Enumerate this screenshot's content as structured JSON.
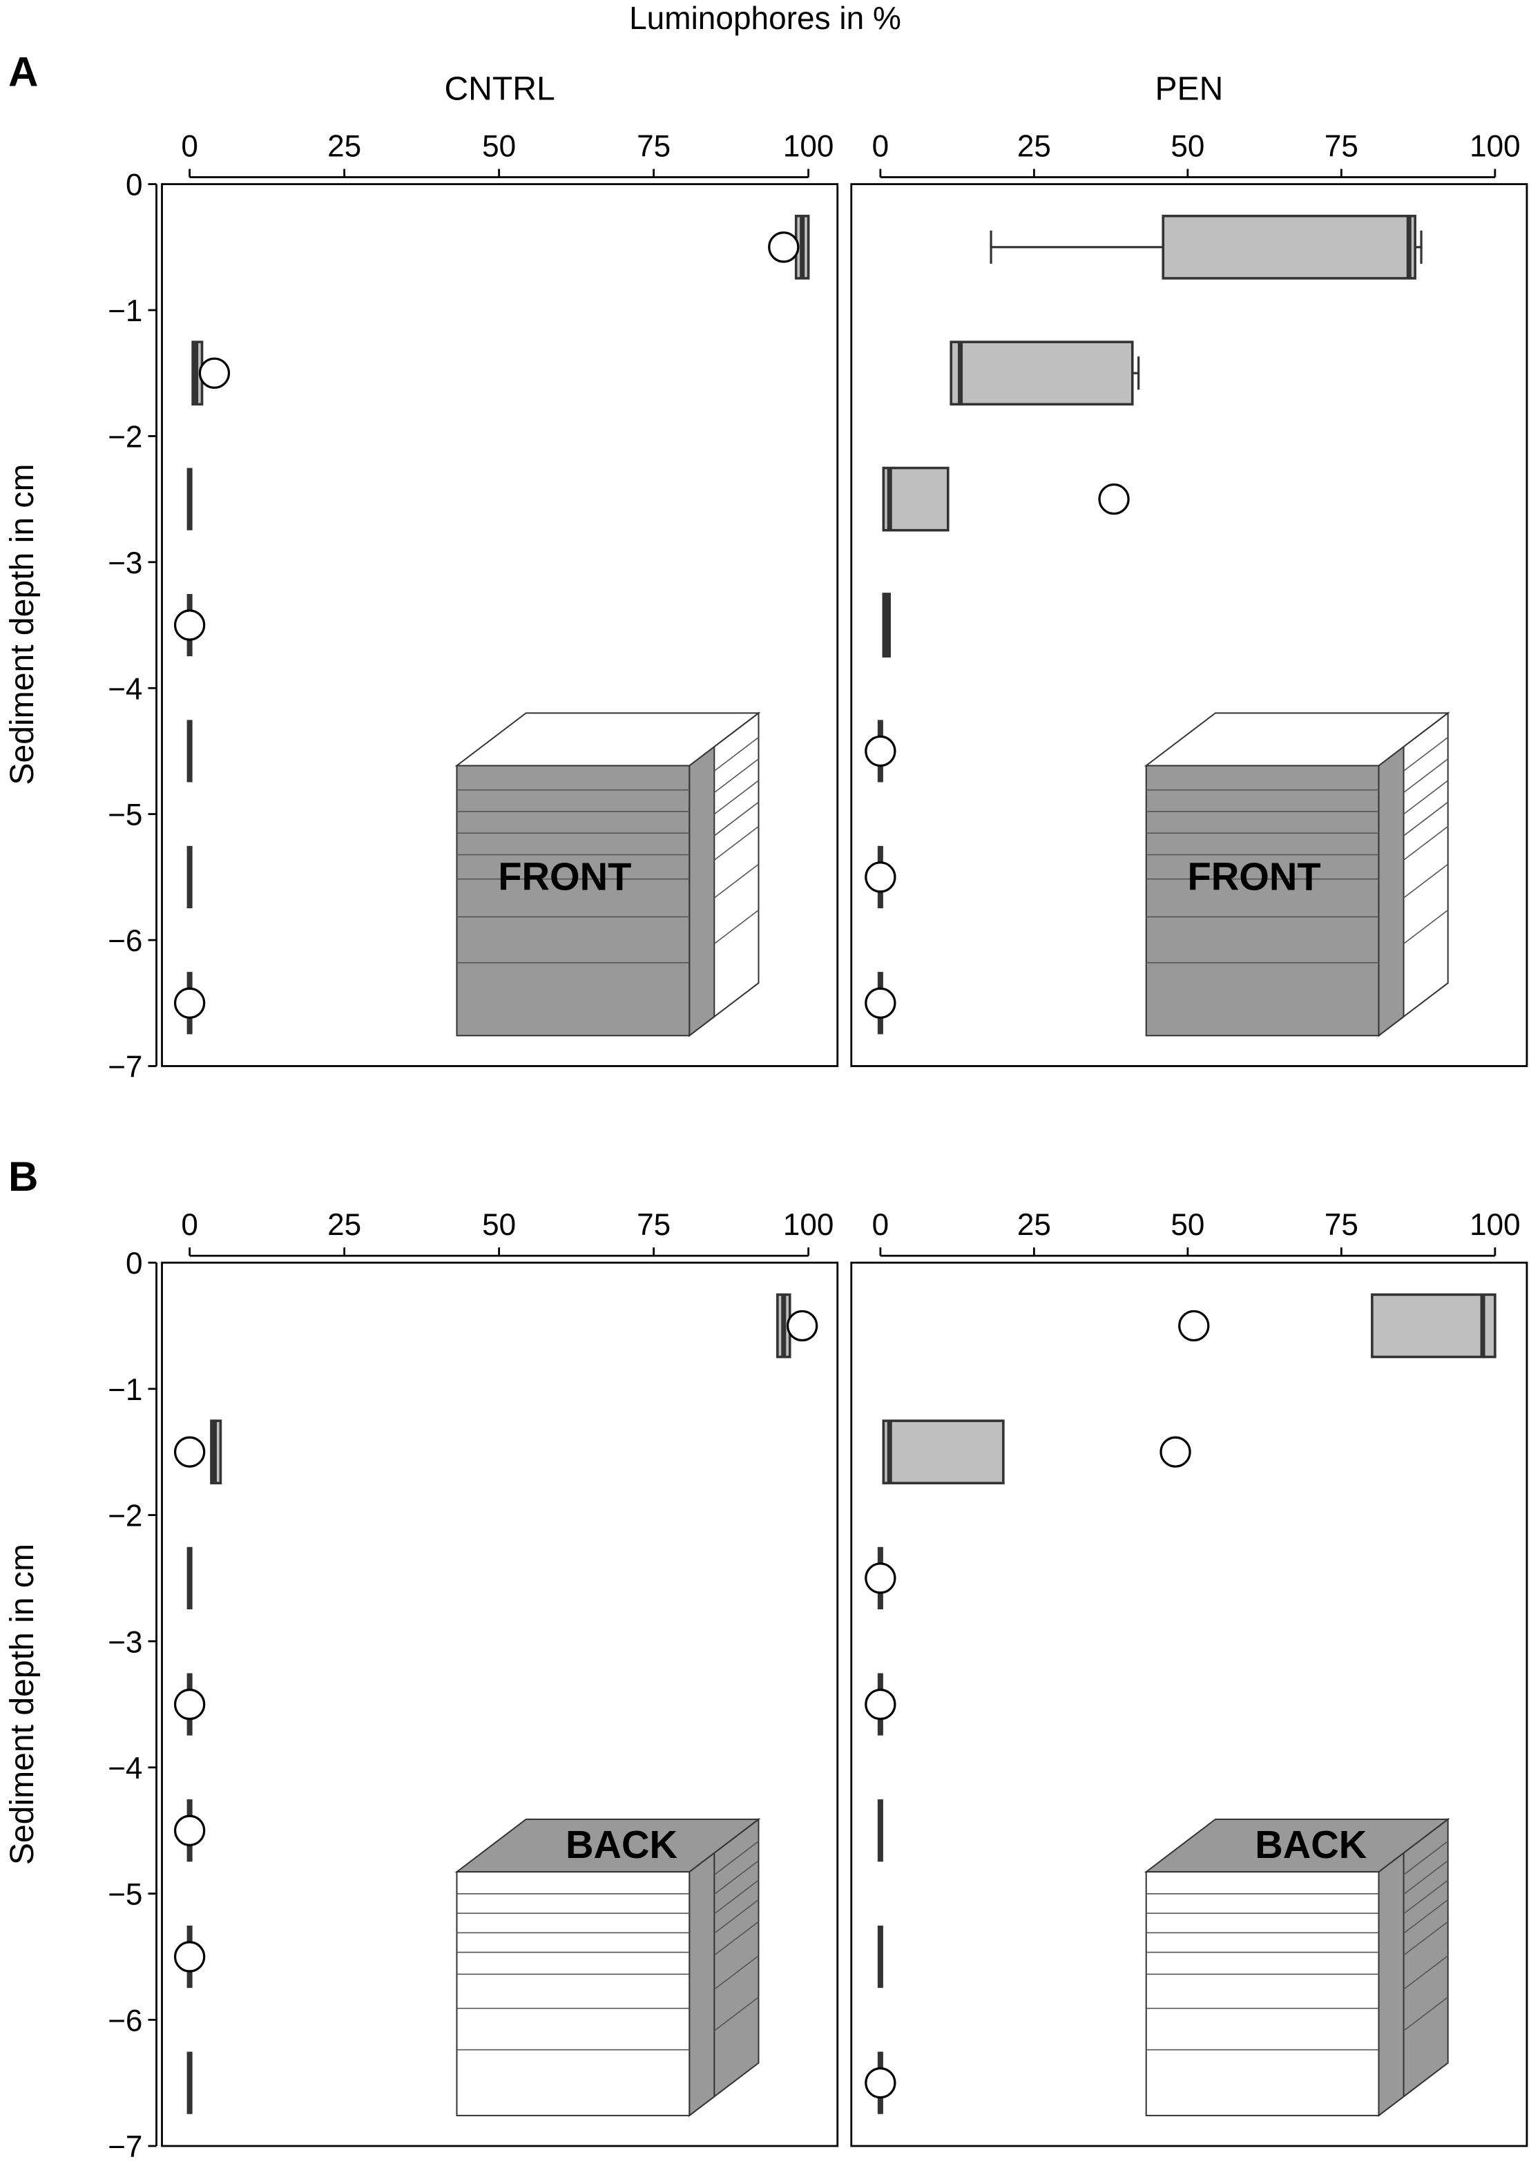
{
  "figure": {
    "top_label": "Luminophores in %",
    "ylabel": "Sediment depth in cm",
    "x_ticks": [
      "0",
      "25",
      "50",
      "75",
      "100"
    ],
    "y_ticks": [
      "0",
      "−1",
      "−2",
      "−3",
      "−4",
      "−5",
      "−6",
      "−7"
    ],
    "colors": {
      "box_fill": "#bfbfbf",
      "block_dark": "#999999",
      "line": "#333333",
      "frame": "#000000"
    }
  },
  "chart_data": [
    {
      "type": "boxplot",
      "panel_letter": "A",
      "inset_label": "FRONT",
      "facets": [
        {
          "title": "CNTRL",
          "xlim": [
            0,
            100
          ],
          "ylim": [
            -7,
            0
          ],
          "boxes": [
            {
              "depth": -0.5,
              "whisker_low": 98,
              "q1": 98,
              "median": 99,
              "q3": 100,
              "whisker_high": 100
            },
            {
              "depth": -1.5,
              "whisker_low": 0.5,
              "q1": 0.5,
              "median": 1,
              "q3": 2,
              "whisker_high": 2
            },
            {
              "depth": -2.5,
              "whisker_low": 0,
              "q1": 0,
              "median": 0,
              "q3": 0,
              "whisker_high": 0
            },
            {
              "depth": -3.5,
              "whisker_low": 0,
              "q1": 0,
              "median": 0,
              "q3": 0,
              "whisker_high": 0
            },
            {
              "depth": -4.5,
              "whisker_low": 0,
              "q1": 0,
              "median": 0,
              "q3": 0,
              "whisker_high": 0
            },
            {
              "depth": -5.5,
              "whisker_low": 0,
              "q1": 0,
              "median": 0,
              "q3": 0,
              "whisker_high": 0
            },
            {
              "depth": -6.5,
              "whisker_low": 0,
              "q1": 0,
              "median": 0,
              "q3": 0,
              "whisker_high": 0
            }
          ],
          "outliers": [
            {
              "depth": -0.5,
              "value": 96
            },
            {
              "depth": -1.5,
              "value": 4
            },
            {
              "depth": -3.5,
              "value": 0
            },
            {
              "depth": -6.5,
              "value": 0
            }
          ]
        },
        {
          "title": "PEN",
          "xlim": [
            0,
            100
          ],
          "ylim": [
            -7,
            0
          ],
          "boxes": [
            {
              "depth": -0.5,
              "whisker_low": 18,
              "q1": 46,
              "median": 86,
              "q3": 87,
              "whisker_high": 88
            },
            {
              "depth": -1.5,
              "whisker_low": 11.5,
              "q1": 11.5,
              "median": 13,
              "q3": 41,
              "whisker_high": 42
            },
            {
              "depth": -2.5,
              "whisker_low": 0.5,
              "q1": 0.5,
              "median": 1.5,
              "q3": 11,
              "whisker_high": 11
            },
            {
              "depth": -3.5,
              "whisker_low": 0.5,
              "q1": 0.5,
              "median": 1,
              "q3": 1.5,
              "whisker_high": 1.5
            },
            {
              "depth": -4.5,
              "whisker_low": 0,
              "q1": 0,
              "median": 0,
              "q3": 0,
              "whisker_high": 0
            },
            {
              "depth": -5.5,
              "whisker_low": 0,
              "q1": 0,
              "median": 0,
              "q3": 0,
              "whisker_high": 0
            },
            {
              "depth": -6.5,
              "whisker_low": 0,
              "q1": 0,
              "median": 0,
              "q3": 0,
              "whisker_high": 0
            }
          ],
          "outliers": [
            {
              "depth": -2.5,
              "value": 38
            },
            {
              "depth": -4.5,
              "value": 0
            },
            {
              "depth": -5.5,
              "value": 0
            },
            {
              "depth": -6.5,
              "value": 0
            }
          ]
        }
      ]
    },
    {
      "type": "boxplot",
      "panel_letter": "B",
      "inset_label": "BACK",
      "facets": [
        {
          "title": "",
          "xlim": [
            0,
            100
          ],
          "ylim": [
            -7,
            0
          ],
          "boxes": [
            {
              "depth": -0.5,
              "whisker_low": 95,
              "q1": 95,
              "median": 96,
              "q3": 97,
              "whisker_high": 97
            },
            {
              "depth": -1.5,
              "whisker_low": 3.5,
              "q1": 3.5,
              "median": 4,
              "q3": 5,
              "whisker_high": 5
            },
            {
              "depth": -2.5,
              "whisker_low": 0,
              "q1": 0,
              "median": 0,
              "q3": 0,
              "whisker_high": 0
            },
            {
              "depth": -3.5,
              "whisker_low": 0,
              "q1": 0,
              "median": 0,
              "q3": 0,
              "whisker_high": 0
            },
            {
              "depth": -4.5,
              "whisker_low": 0,
              "q1": 0,
              "median": 0,
              "q3": 0,
              "whisker_high": 0
            },
            {
              "depth": -5.5,
              "whisker_low": 0,
              "q1": 0,
              "median": 0,
              "q3": 0,
              "whisker_high": 0
            },
            {
              "depth": -6.5,
              "whisker_low": 0,
              "q1": 0,
              "median": 0,
              "q3": 0,
              "whisker_high": 0
            }
          ],
          "outliers": [
            {
              "depth": -0.5,
              "value": 99
            },
            {
              "depth": -1.5,
              "value": 0
            },
            {
              "depth": -3.5,
              "value": 0
            },
            {
              "depth": -4.5,
              "value": 0
            },
            {
              "depth": -5.5,
              "value": 0
            }
          ]
        },
        {
          "title": "",
          "xlim": [
            0,
            100
          ],
          "ylim": [
            -7,
            0
          ],
          "boxes": [
            {
              "depth": -0.5,
              "whisker_low": 80,
              "q1": 80,
              "median": 98,
              "q3": 100,
              "whisker_high": 100
            },
            {
              "depth": -1.5,
              "whisker_low": 0.5,
              "q1": 0.5,
              "median": 1.5,
              "q3": 20,
              "whisker_high": 20
            },
            {
              "depth": -2.5,
              "whisker_low": 0,
              "q1": 0,
              "median": 0,
              "q3": 0,
              "whisker_high": 0
            },
            {
              "depth": -3.5,
              "whisker_low": 0,
              "q1": 0,
              "median": 0,
              "q3": 0,
              "whisker_high": 0
            },
            {
              "depth": -4.5,
              "whisker_low": 0,
              "q1": 0,
              "median": 0,
              "q3": 0,
              "whisker_high": 0
            },
            {
              "depth": -5.5,
              "whisker_low": 0,
              "q1": 0,
              "median": 0,
              "q3": 0,
              "whisker_high": 0
            },
            {
              "depth": -6.5,
              "whisker_low": 0,
              "q1": 0,
              "median": 0,
              "q3": 0,
              "whisker_high": 0
            }
          ],
          "outliers": [
            {
              "depth": -0.5,
              "value": 51
            },
            {
              "depth": -1.5,
              "value": 48
            },
            {
              "depth": -2.5,
              "value": 0
            },
            {
              "depth": -3.5,
              "value": 0
            },
            {
              "depth": -6.5,
              "value": 0
            }
          ]
        }
      ]
    }
  ]
}
